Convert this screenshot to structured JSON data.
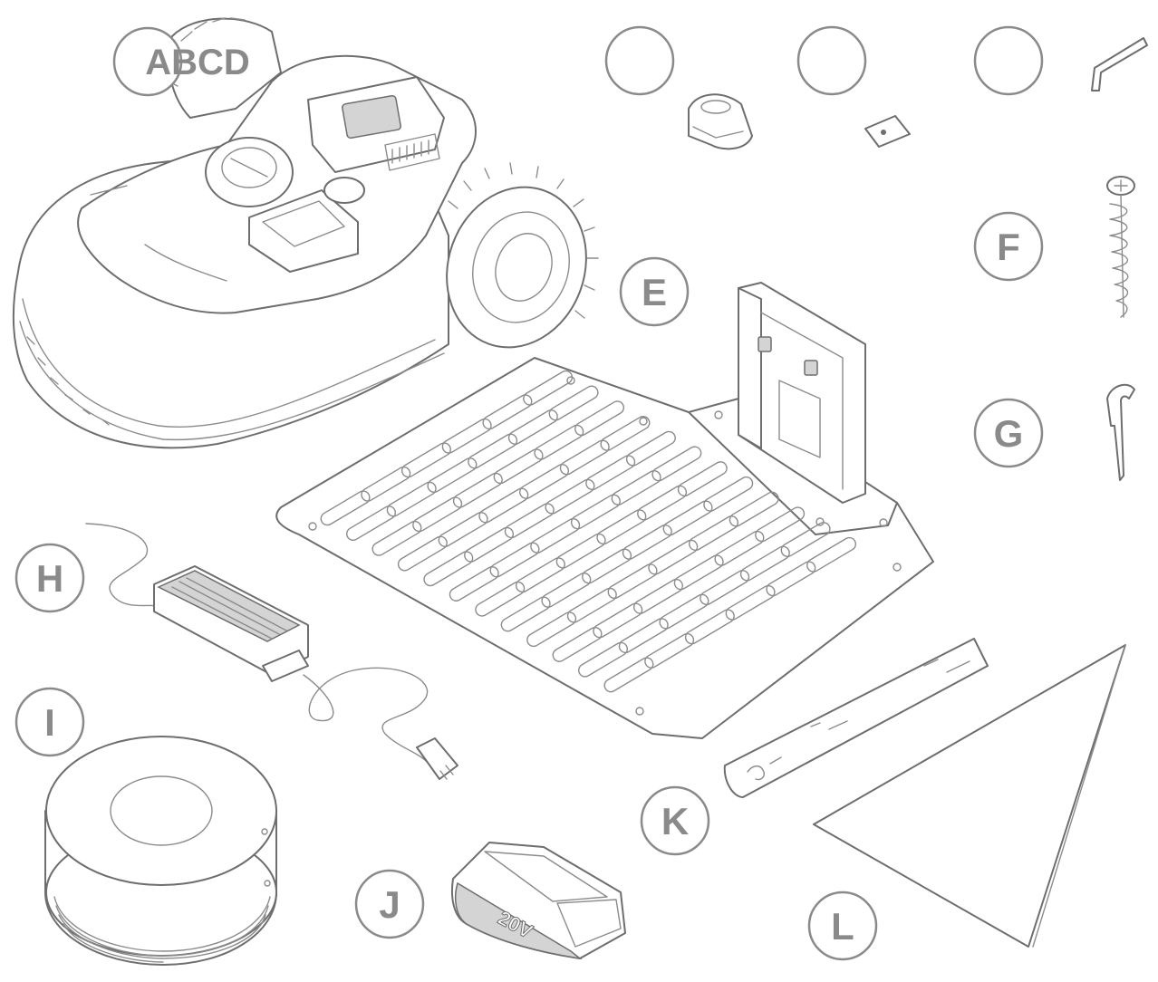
{
  "labels": {
    "abcd": "ABCD",
    "e": "E",
    "f": "F",
    "g": "G",
    "h": "H",
    "i": "I",
    "j": "J",
    "k": "K",
    "l": "L"
  },
  "battery_text": "20V"
}
